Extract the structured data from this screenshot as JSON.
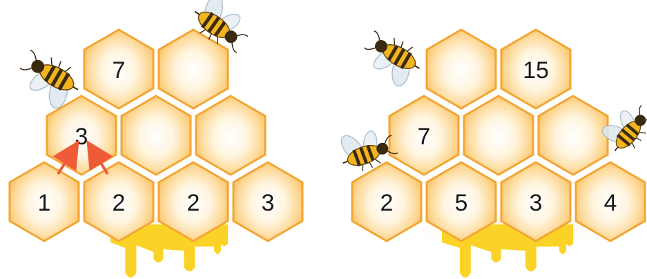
{
  "puzzles": [
    {
      "name": "left-pyramid",
      "rows": [
        [
          "7",
          ""
        ],
        [
          "3",
          "",
          ""
        ],
        [
          "1",
          "2",
          "2",
          "3"
        ]
      ],
      "hint_arrows": true
    },
    {
      "name": "right-pyramid",
      "rows": [
        [
          "",
          "15"
        ],
        [
          "7",
          "",
          ""
        ],
        [
          "2",
          "5",
          "3",
          "4"
        ]
      ],
      "hint_arrows": false
    }
  ],
  "colors": {
    "cell_center": "#ffffff",
    "cell_mid": "#fde6b8",
    "cell_edge": "#f9c46a",
    "cell_border": "#f3a533",
    "honey": "#fbd11c",
    "arrow": "#ef5a37",
    "bee_body": "#f2b51f",
    "bee_stripe": "#3a2a10"
  },
  "icons": [
    "bee-icon",
    "honey-drip",
    "arrow-icon"
  ]
}
